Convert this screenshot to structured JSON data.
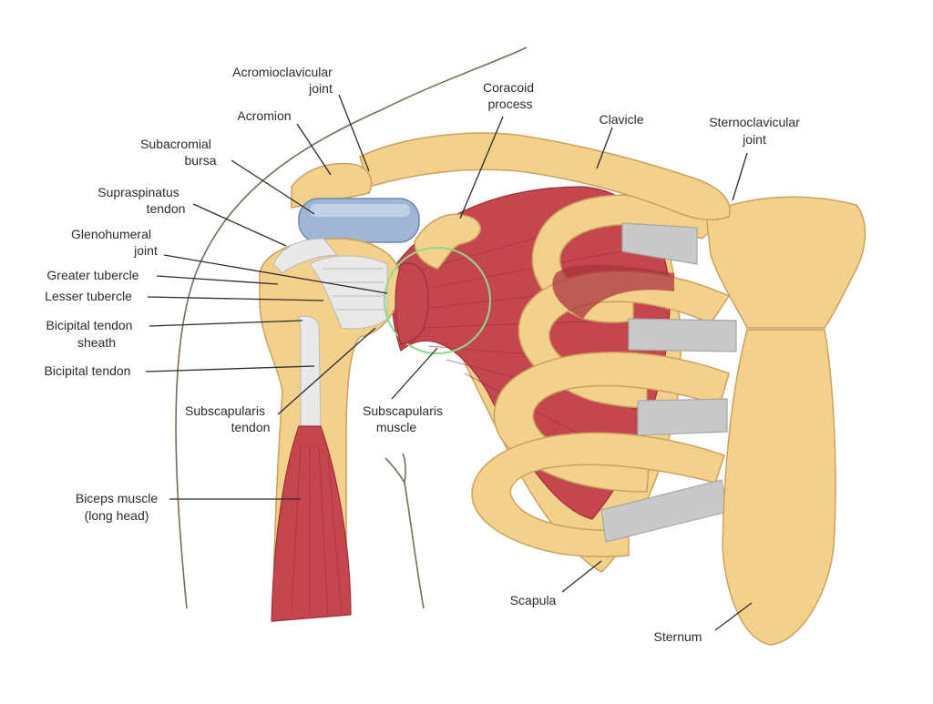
{
  "labels": {
    "acromioclavicular_1": "Acromioclavicular",
    "acromioclavicular_2": "joint",
    "acromion": "Acromion",
    "coracoid_1": "Coracoid",
    "coracoid_2": "process",
    "clavicle": "Clavicle",
    "sternoclavicular_1": "Sternoclavicular",
    "sternoclavicular_2": "joint",
    "subacromial_1": "Subacromial",
    "subacromial_2": "bursa",
    "supraspinatus_1": "Supraspinatus",
    "supraspinatus_2": "tendon",
    "glenohumeral_1": "Glenohumeral",
    "glenohumeral_2": "joint",
    "greater_tubercle": "Greater tubercle",
    "lesser_tubercle": "Lesser tubercle",
    "bicipital_sheath_1": "Bicipital tendon",
    "bicipital_sheath_2": "sheath",
    "bicipital_tendon": "Bicipital tendon",
    "subscap_tendon_1": "Subscapularis",
    "subscap_tendon_2": "tendon",
    "subscap_muscle_1": "Subscapularis",
    "subscap_muscle_2": "muscle",
    "biceps_1": "Biceps muscle",
    "biceps_2": "(long head)",
    "scapula": "Scapula",
    "sternum": "Sternum"
  },
  "colors": {
    "bone": "#f4d18a",
    "muscle": "#c5464f",
    "cartilage": "#c9c9c9",
    "bursa": "#9fb6d6",
    "highlight_circle": "#8fd98a"
  }
}
